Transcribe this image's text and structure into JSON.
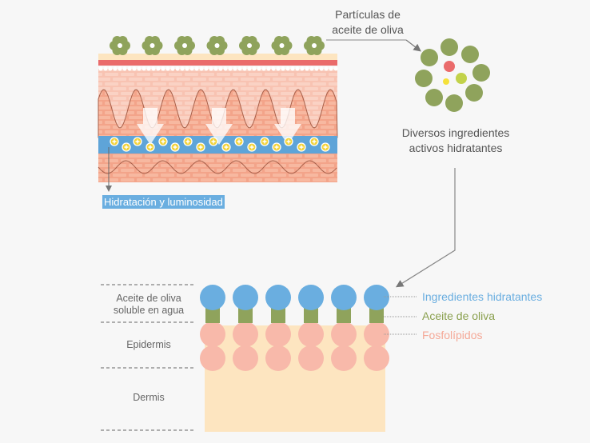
{
  "top": {
    "particles_label_line1": "Partículas de",
    "particles_label_line2": "aceite de oliva",
    "ingredients_label_line1": "Diversos ingredientes",
    "ingredients_label_line2": "activos hidratantes",
    "hydration_label": "Hidratación y luminosidad"
  },
  "bottom": {
    "layers": [
      {
        "line1": "Aceite de oliva",
        "line2": "soluble en agua"
      },
      {
        "line1": "Epidermis",
        "line2": ""
      },
      {
        "line1": "Dermis",
        "line2": ""
      }
    ],
    "legend": {
      "hydrating": "Ingredientes hidratantes",
      "olive_oil": "Aceite de oliva",
      "phospholipids": "Fosfolípidos"
    }
  },
  "colors": {
    "olive": "#8fa35c",
    "blue": "#6aaee0",
    "pink": "#f8b9aa",
    "cream": "#fde5c0",
    "red": "#ea6b6b",
    "skin": "#f3a48a",
    "yellow": "#f2d23a",
    "legend_blue": "#6aaee0",
    "legend_green": "#8aa04e",
    "legend_pink": "#f5a998"
  },
  "counts": {
    "flowers": 7,
    "arrows": 3,
    "molecules": 6
  }
}
